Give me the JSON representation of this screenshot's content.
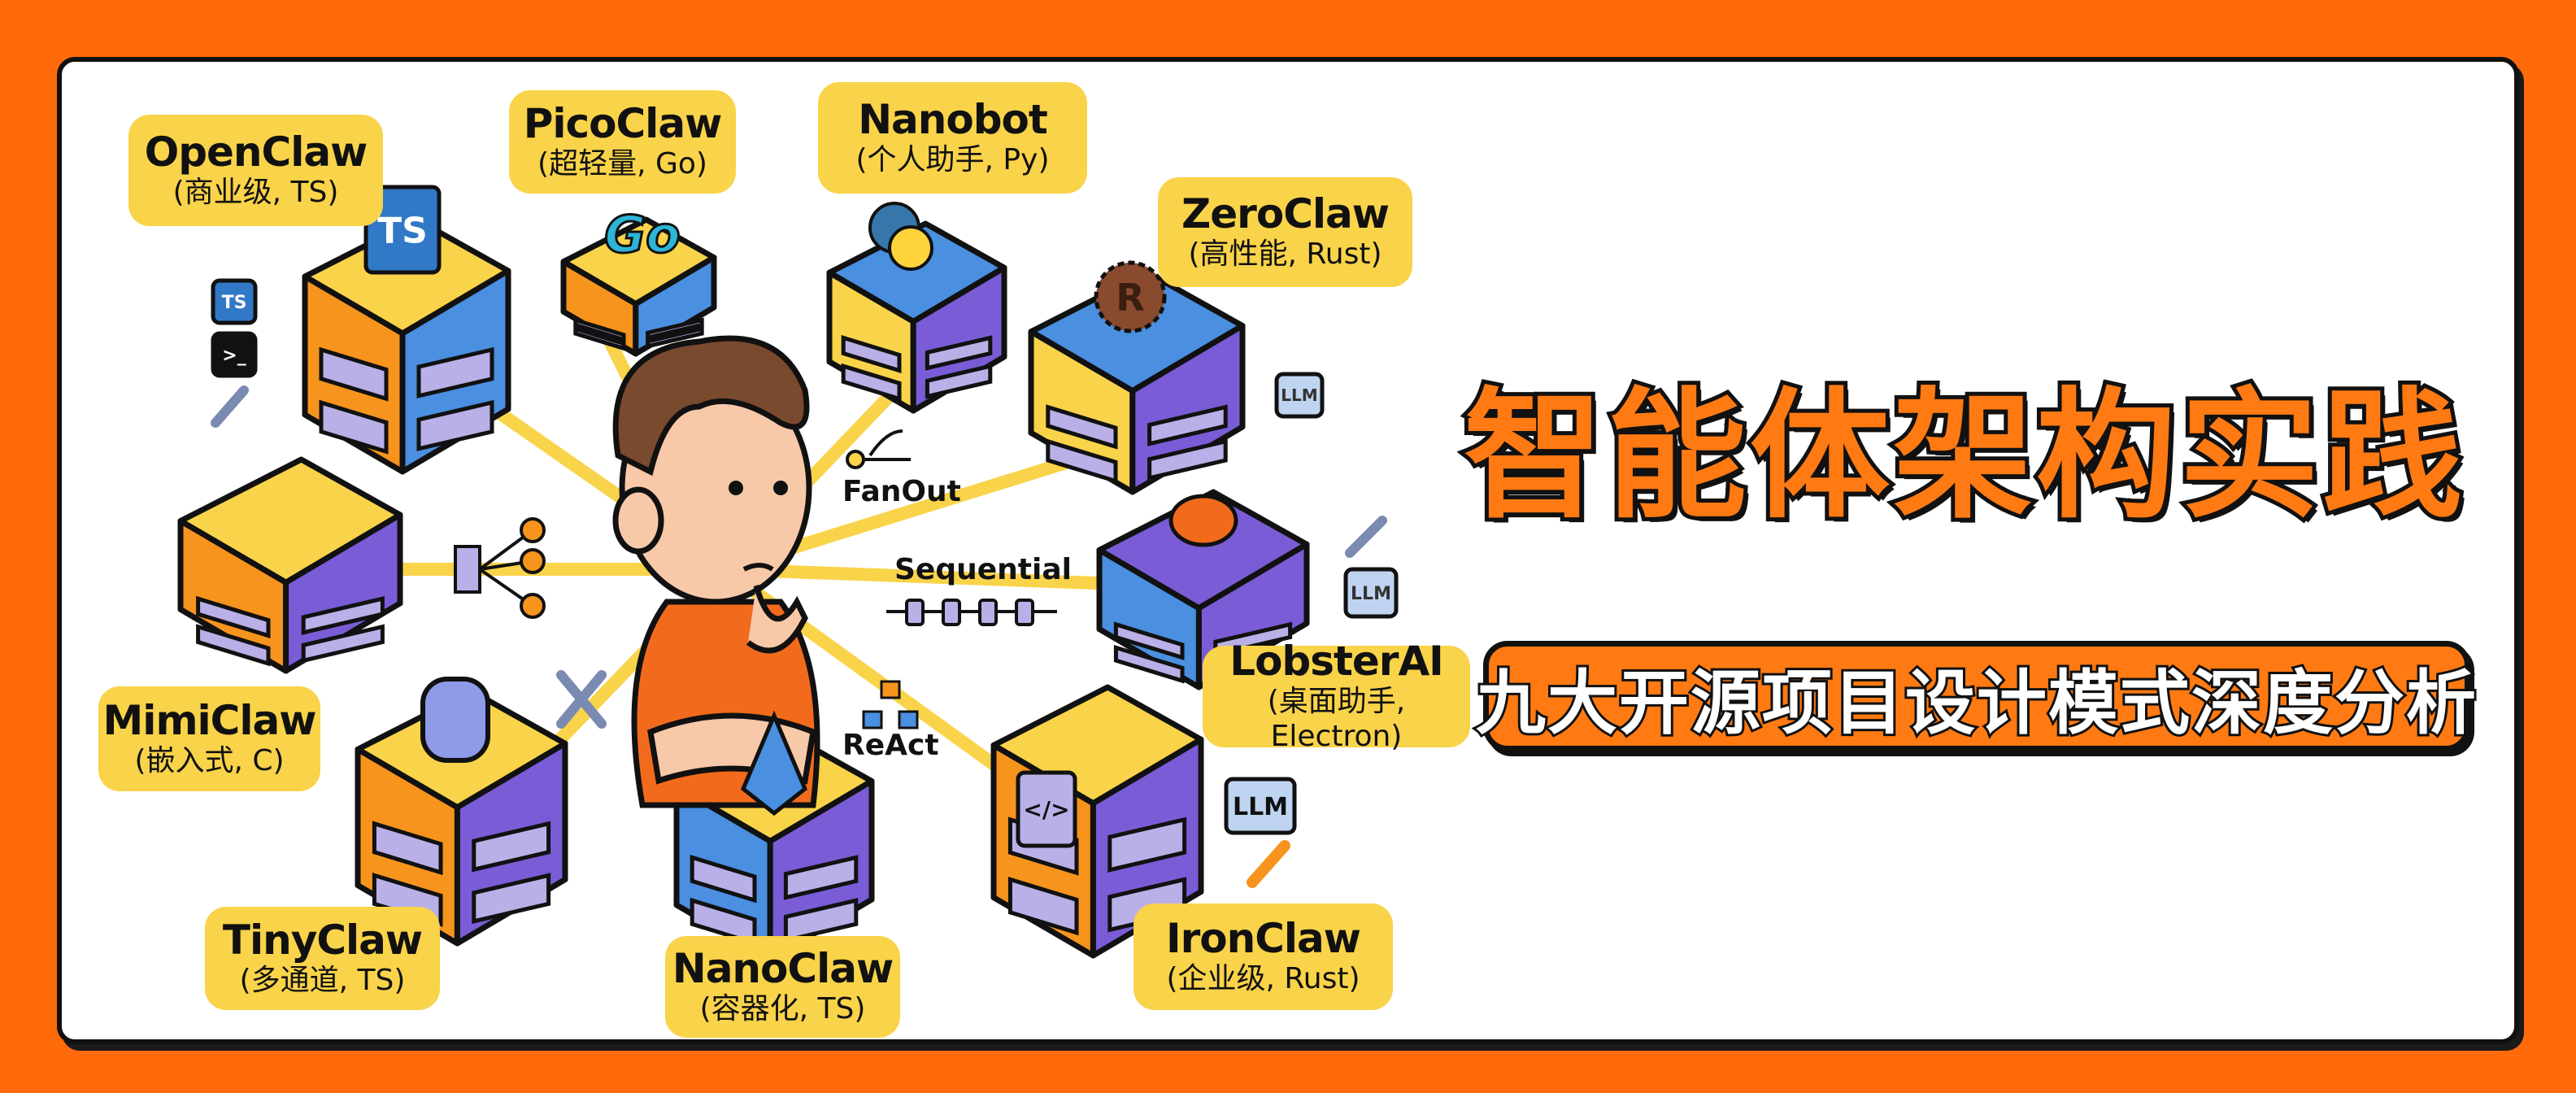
{
  "title": "智能体架构实践",
  "subtitle": "九大开源项目设计模式深度分析",
  "colors": {
    "background": "#FF6A0A",
    "accent": "#FF7A12",
    "label": "#F9D349",
    "orange": "#F7941D",
    "blue": "#4A8FE0",
    "purple": "#7A5CD6",
    "yellow": "#F9D349",
    "lavender": "#B9B0E8"
  },
  "projects": [
    {
      "name": "OpenClaw",
      "desc": "(商业级, TS)"
    },
    {
      "name": "PicoClaw",
      "desc": "(超轻量, Go)"
    },
    {
      "name": "Nanobot",
      "desc": "(个人助手, Py)"
    },
    {
      "name": "ZeroClaw",
      "desc": "(高性能, Rust)"
    },
    {
      "name": "MimiClaw",
      "desc": "(嵌入式, C)"
    },
    {
      "name": "LobsterAI",
      "desc": "(桌面助手, Electron)"
    },
    {
      "name": "TinyClaw",
      "desc": "(多通道, TS)"
    },
    {
      "name": "NanoClaw",
      "desc": "(容器化, TS)"
    },
    {
      "name": "IronClaw",
      "desc": "(企业级, Rust)"
    }
  ],
  "patterns": {
    "fanout": "FanOut",
    "sequential": "Sequential",
    "react": "ReAct"
  },
  "badges": {
    "ts": "TS",
    "go": "Go",
    "llm": "LLM",
    "rust": "R",
    "code": "</>",
    "terminal": ">_"
  }
}
